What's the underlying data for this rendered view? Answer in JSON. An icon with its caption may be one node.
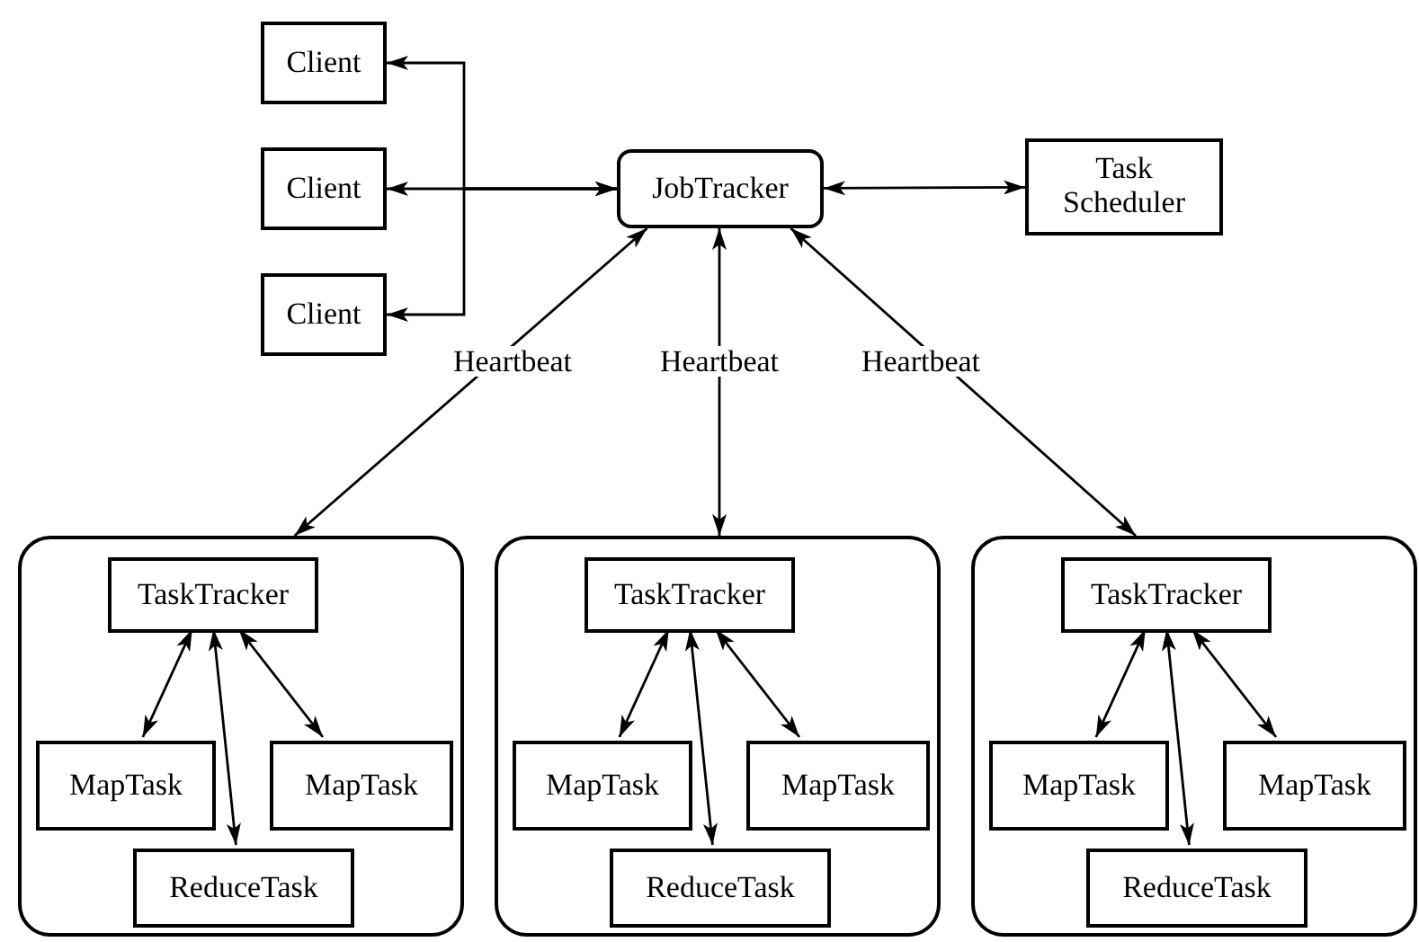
{
  "diagram": {
    "nodes": [
      {
        "text": [
          "Client"
        ]
      },
      {
        "text": [
          "Client"
        ]
      },
      {
        "text": [
          "Client"
        ]
      },
      {
        "text": [
          "JobTracker"
        ]
      },
      {
        "text": [
          "Task Scheduler"
        ]
      },
      {
        "text": [],
        "shape": "box"
      },
      {
        "text": [
          "TaskTracker"
        ],
        "in": 5
      },
      {
        "text": [
          "MapTask"
        ],
        "in": 5
      },
      {
        "text": [
          "MapTask"
        ],
        "in": 5
      },
      {
        "text": [
          "ReduceTask"
        ],
        "in": 5
      },
      {
        "text": [],
        "shape": "box"
      },
      {
        "text": [
          "TaskTracker"
        ],
        "in": 10
      },
      {
        "text": [
          "MapTask"
        ],
        "in": 10
      },
      {
        "text": [
          "MapTask"
        ],
        "in": 10
      },
      {
        "text": [
          "ReduceTask"
        ],
        "in": 10
      },
      {
        "text": [],
        "shape": "box"
      },
      {
        "text": [
          "TaskTracker"
        ],
        "in": 15
      },
      {
        "text": [
          "MapTask"
        ],
        "in": 15
      },
      {
        "text": [
          "MapTask"
        ],
        "in": 15
      },
      {
        "text": [
          "ReduceTask"
        ],
        "in": 15
      }
    ],
    "edges": [
      {
        "from": 0,
        "to": 3,
        "arrow": "both"
      },
      {
        "from": 1,
        "to": 3,
        "arrow": "both"
      },
      {
        "from": 2,
        "to": 3,
        "arrow": "both"
      },
      {
        "from": 3,
        "to": 4,
        "arrow": "both"
      },
      {
        "from": 3,
        "to": 5,
        "arrow": "both",
        "label": "Heartbeat"
      },
      {
        "from": 3,
        "to": 10,
        "arrow": "both",
        "label": "Heartbeat"
      },
      {
        "from": 3,
        "to": 15,
        "arrow": "both",
        "label": "Heartbeat"
      },
      {
        "from": 6,
        "to": 7,
        "arrow": "both"
      },
      {
        "from": 6,
        "to": 8,
        "arrow": "both"
      },
      {
        "from": 6,
        "to": 9,
        "arrow": "both"
      },
      {
        "from": 11,
        "to": 12,
        "arrow": "both"
      },
      {
        "from": 11,
        "to": 13,
        "arrow": "both"
      },
      {
        "from": 11,
        "to": 14,
        "arrow": "both"
      },
      {
        "from": 16,
        "to": 17,
        "arrow": "both"
      },
      {
        "from": 16,
        "to": 18,
        "arrow": "both"
      },
      {
        "from": 16,
        "to": 19,
        "arrow": "both"
      }
    ]
  }
}
